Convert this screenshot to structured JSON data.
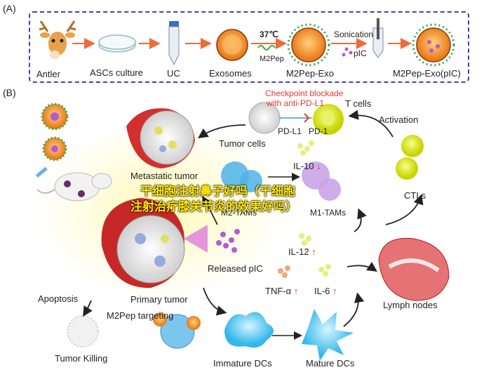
{
  "panel_a": {
    "tag": "(A)",
    "steps": {
      "antler": "Antler",
      "ascs": "ASCs culture",
      "uc": "UC",
      "exosomes": "Exosomes",
      "m2pep_exo": "M2Pep-Exo",
      "m2pep_exo_pic": "M2Pep-Exo(pIC)"
    },
    "temp": "37℃",
    "m2pep": "M2Pep",
    "sonication": "Sonication",
    "pic": "pIC"
  },
  "panel_b": {
    "tag": "(B)",
    "checkpoint": "Checkpoint blockade",
    "anti_pdl1": "with anti-PD-L1",
    "t_cells": "T cells",
    "pd_l1": "PD-L1",
    "pd_1": "PD-1",
    "tumor_cells": "Tumor cells",
    "activation": "Activation",
    "metastatic": "Metastatic tumor",
    "il10": "IL-10",
    "ctls": "CTLs",
    "m2_tams": "M2-TAMs",
    "m1_tams": "M1-TAMs",
    "il12": "IL-12",
    "released_pic": "Released pIC",
    "tnf": "TNF-α",
    "il6": "IL-6",
    "lymph": "Lymph nodes",
    "primary": "Primary tumor",
    "apoptosis": "Apoptosis",
    "m2pep_targeting": "M2Pep targeting",
    "tumor_killing": "Tumor Killing",
    "immature_dcs": "Immature DCs",
    "mature_dcs": "Mature DCs",
    "arrow_up": "↑",
    "arrow_down": "↓"
  },
  "watermark": {
    "line1": "干细胞注射鼻子好吗（干细胞",
    "line2": "注射治疗膝关节炎的效果好吗）"
  }
}
